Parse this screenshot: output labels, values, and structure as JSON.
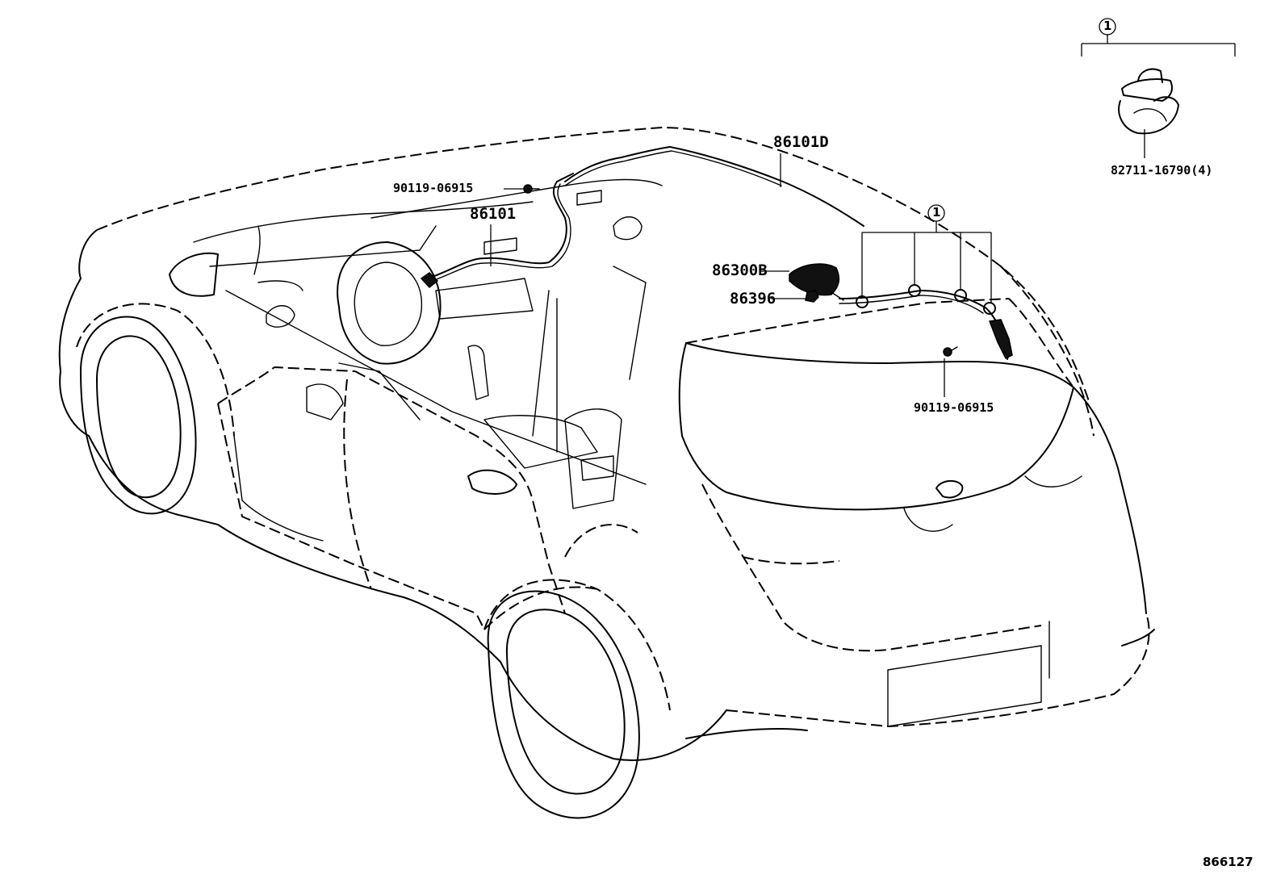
{
  "callouts": {
    "harness_upper": "86101D",
    "clip_upper": "90119-06915",
    "harness_front": "86101",
    "antenna": "86300B",
    "nut": "86396",
    "clip_rear": "90119-06915",
    "clamp": "82711-16790(4)",
    "group_mark_top": "1",
    "group_mark_roof": "1"
  },
  "figure_ref": "866127",
  "icons": [
    "antenna-icon",
    "clamp-icon",
    "clip-icon",
    "nut-icon"
  ]
}
